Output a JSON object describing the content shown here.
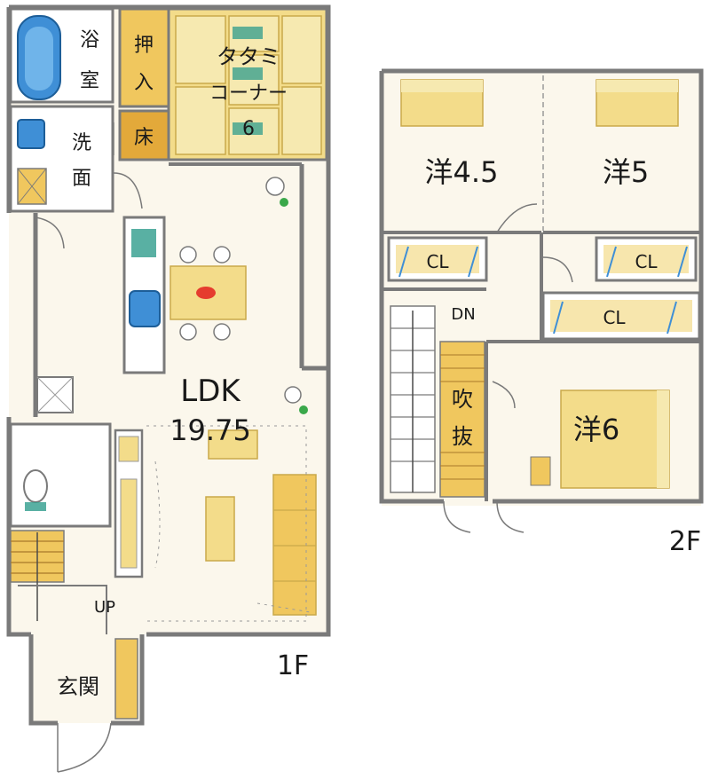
{
  "floor1": {
    "label": "1F",
    "rooms": {
      "bath": {
        "line1": "浴",
        "line2": "室"
      },
      "closet": {
        "line1": "押",
        "line2": "入"
      },
      "tatami": {
        "line1": "タタミ",
        "line2": "コーナー",
        "line3": "6"
      },
      "alcove": "床",
      "washroom": {
        "line1": "洗",
        "line2": "面"
      },
      "ldk": {
        "line1": "LDK",
        "line2": "19.75"
      },
      "entrance": "玄関",
      "stairs": "UP"
    }
  },
  "floor2": {
    "label": "2F",
    "rooms": {
      "room45": "洋4.5",
      "room5": "洋5",
      "room6": "洋6",
      "cl_left": "CL",
      "cl_right": "CL",
      "cl_mid": "CL",
      "void": {
        "line1": "吹",
        "line2": "抜"
      },
      "stairs": "DN"
    }
  },
  "colors": {
    "wall": "#7a7a7a",
    "floor": "#fbf7ec",
    "tatami": "#f3dc8a",
    "tatami_mat": "#f6e9b0",
    "wood": "#f0c75e",
    "wood_dark": "#e3a93a",
    "blue": "#3f8fd6",
    "teal": "#2f9c8c",
    "green": "#3aa84a"
  }
}
